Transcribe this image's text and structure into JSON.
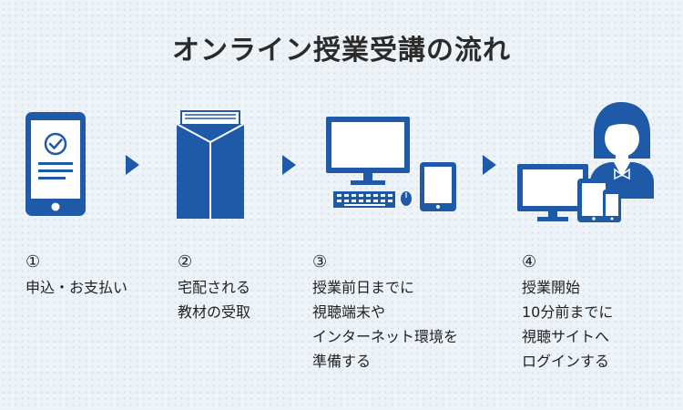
{
  "title": "オンライン授業受講の流れ",
  "colors": {
    "accent": "#1e5aa8",
    "background": "#eef3f8"
  },
  "steps": [
    {
      "number": "①",
      "icon": "smartphone-check-icon",
      "lines": [
        "申込・お支払い"
      ]
    },
    {
      "number": "②",
      "icon": "envelope-with-books-icon",
      "lines": [
        "宅配される",
        "教材の受取"
      ]
    },
    {
      "number": "③",
      "icon": "desktop-and-tablet-icon",
      "lines": [
        "授業前日までに",
        "視聴端末や",
        "インターネット環境を",
        "準備する"
      ]
    },
    {
      "number": "④",
      "icon": "student-with-devices-icon",
      "lines": [
        "授業開始",
        "10分前までに",
        "視聴サイトへ",
        "ログインする"
      ]
    }
  ]
}
